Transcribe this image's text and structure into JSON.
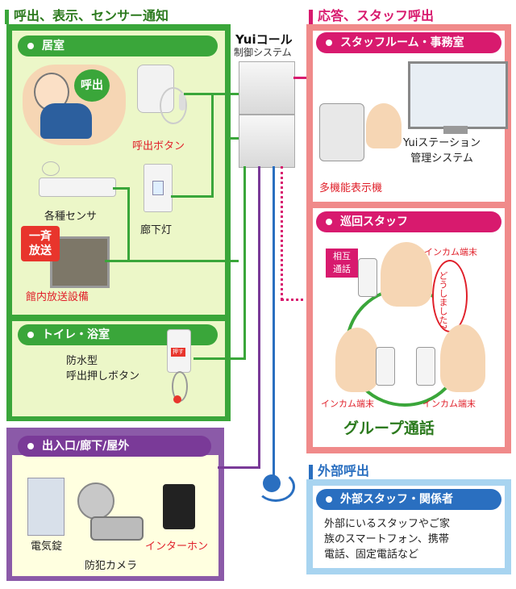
{
  "left_section": {
    "title": "呼出、表示、センサー通知"
  },
  "right_section": {
    "title": "応答、スタッフ呼出"
  },
  "system": {
    "brand": "Yuiコール",
    "brand_sub": "制御システム"
  },
  "room": {
    "title": "居室",
    "call_bubble": "呼出",
    "call_button": "呼出ボタン",
    "sensor": "各種センサ",
    "corridor_light": "廊下灯",
    "broadcast_badge": "一斉\n放送",
    "broadcast": "館内放送設備"
  },
  "toilet": {
    "title": "トイレ・浴室",
    "button_label": "防水型\n呼出押しボタン",
    "button_text": "押す"
  },
  "entrance": {
    "title": "出入口/廊下/屋外",
    "lock": "電気錠",
    "camera": "防犯カメラ",
    "intercom": "インターホン"
  },
  "staff_room": {
    "title": "スタッフルーム・事務室",
    "station": "Yuiステーション\n管理システム",
    "phone": "多機能表示機"
  },
  "patrol": {
    "title": "巡回スタッフ",
    "mutual": "相互\n通話",
    "intercom_top": "インカム端末",
    "bubble": "どうしました?",
    "intercom_left": "インカム端末",
    "intercom_right": "インカム端末",
    "group_call": "グループ通話"
  },
  "external": {
    "section_title": "外部呼出",
    "title": "外部スタッフ・関係者",
    "text": "外部にいるスタッフやご家\n族のスマートフォン、携帯\n電話、固定電話など"
  },
  "colors": {
    "green": "#3aa63a",
    "light_green": "#ecf7c8",
    "pink": "#d81a6e",
    "salmon": "#f08a8a",
    "purple": "#7a3a98",
    "blue": "#2a6fc0"
  }
}
